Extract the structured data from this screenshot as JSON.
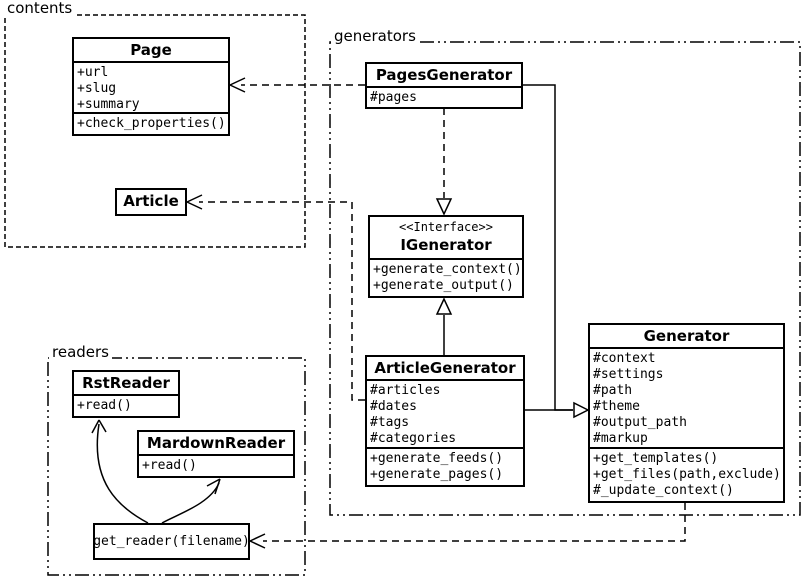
{
  "colors": {
    "line": "#000000",
    "background": "#ffffff"
  },
  "packages": {
    "contents": {
      "label": "contents",
      "classes": {
        "page": {
          "title": "Page",
          "attributes": [
            "+url",
            "+slug",
            "+summary"
          ],
          "methods": [
            "+check_properties()"
          ]
        },
        "article": {
          "title": "Article"
        }
      }
    },
    "generators": {
      "label": "generators",
      "classes": {
        "pages_generator": {
          "title": "PagesGenerator",
          "attributes": [
            "#pages"
          ]
        },
        "igenerator": {
          "stereotype": "<<Interface>>",
          "title": "IGenerator",
          "methods": [
            "+generate_context()",
            "+generate_output()"
          ]
        },
        "article_generator": {
          "title": "ArticleGenerator",
          "attributes": [
            "#articles",
            "#dates",
            "#tags",
            "#categories"
          ],
          "methods": [
            "+generate_feeds()",
            "+generate_pages()"
          ]
        },
        "generator": {
          "title": "Generator",
          "attributes": [
            "#context",
            "#settings",
            "#path",
            "#theme",
            "#output_path",
            "#markup"
          ],
          "methods": [
            "+get_templates()",
            "+get_files(path,exclude)",
            "#_update_context()"
          ]
        }
      }
    },
    "readers": {
      "label": "readers",
      "classes": {
        "rst_reader": {
          "title": "RstReader",
          "methods": [
            "+read()"
          ]
        },
        "markdown_reader": {
          "title": "MardownReader",
          "methods": [
            "+read()"
          ]
        },
        "get_reader": {
          "title": "get_reader(filename)"
        }
      }
    }
  }
}
